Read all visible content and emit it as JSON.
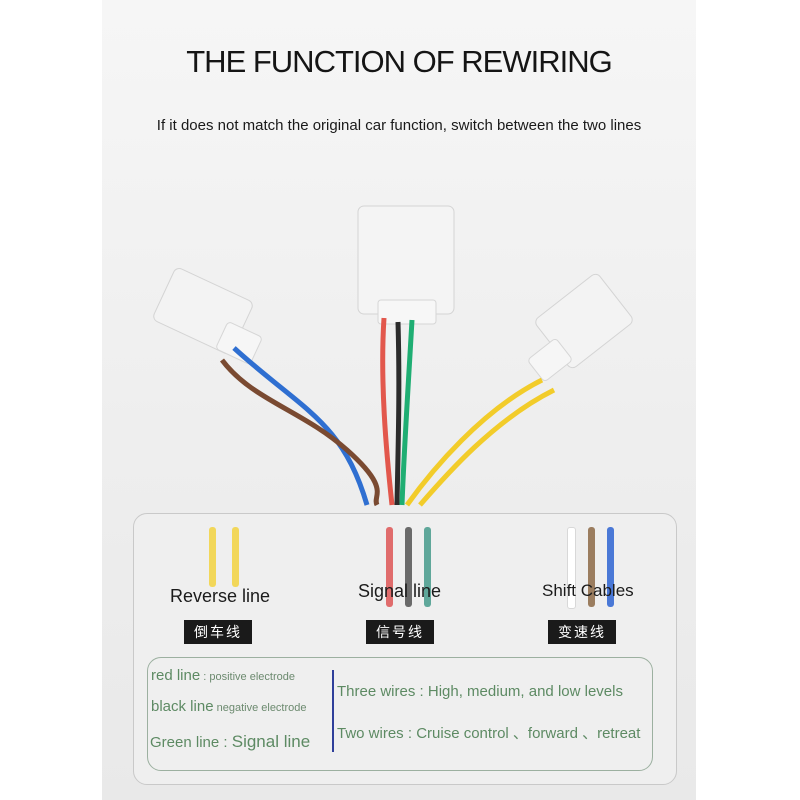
{
  "header": {
    "title": "THE FUNCTION OF REWIRING",
    "subtitle": "If it does not match the original car function, switch between the two lines"
  },
  "legend": {
    "groups": [
      {
        "label": "Reverse line",
        "cn": "倒车线",
        "colors": [
          "#f2d75a",
          "#f2d75a"
        ]
      },
      {
        "label": "Signal line",
        "cn": "信号线",
        "colors": [
          "#e06c6c",
          "#6a6a6a",
          "#5fa79a"
        ]
      },
      {
        "label": "Shift Cables",
        "cn": "变速线",
        "colors": [
          "#ffffff",
          "#9b7d5f",
          "#4a78d6"
        ]
      }
    ]
  },
  "info": {
    "left": [
      {
        "key": "red line",
        "value": "positive electrode"
      },
      {
        "key": "black line",
        "value": "negative electrode"
      },
      {
        "key": "Green line",
        "value": "Signal line"
      }
    ],
    "right": [
      {
        "key": "Three wires",
        "value": "High, medium, and low levels"
      },
      {
        "key": "Two wires",
        "value": "Cruise control 、forward 、retreat"
      }
    ]
  },
  "colors": {
    "yellow_wire": "#f2cc2a",
    "red_wire": "#e2574c",
    "black_wire": "#2b2b2b",
    "green_wire": "#1fae73",
    "brown_wire": "#7a4a31",
    "blue_wire": "#2f6fd1",
    "divider": "#2f3f9a"
  }
}
